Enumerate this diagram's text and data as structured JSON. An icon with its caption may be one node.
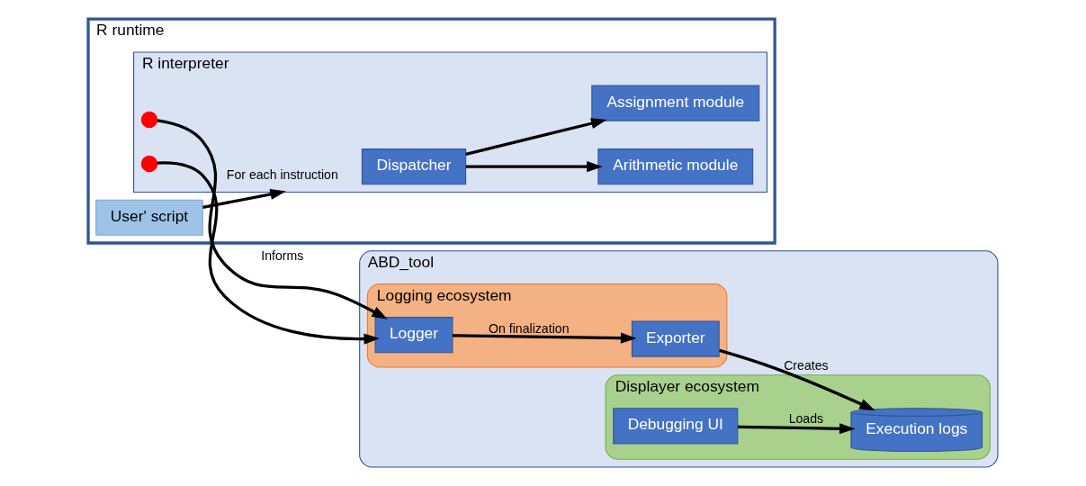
{
  "diagram": {
    "nodes": [
      {
        "text": [
          "R runtime"
        ]
      },
      {
        "text": [
          "R interpreter"
        ],
        "in": 0
      },
      {
        "text": [
          "ABD_tool"
        ]
      },
      {
        "text": [
          "User' script"
        ],
        "in": 0
      },
      {
        "text": [
          "Dispatcher"
        ],
        "in": 1
      },
      {
        "text": [
          "Arithmetic module"
        ],
        "in": 1
      },
      {
        "text": [],
        "shape": "circle",
        "in": 1
      },
      {
        "text": [
          "Assignment module"
        ],
        "in": 1
      },
      {
        "text": [],
        "shape": "circle",
        "in": 1
      },
      {
        "text": [
          "Logging ecosystem"
        ],
        "in": 2
      },
      {
        "text": [
          "Logger"
        ],
        "in": 9
      },
      {
        "text": [
          "Exporter"
        ],
        "in": 9
      },
      {
        "text": [
          "Displayer ecosystem"
        ],
        "in": 2
      },
      {
        "text": [
          "Debugging UI"
        ],
        "in": 12
      },
      {
        "text": [
          "Execution logs"
        ],
        "in": 12
      }
    ],
    "edges": [
      {
        "from": 3,
        "to": 1,
        "arrow": "to",
        "label": "For each instruction"
      },
      {
        "from": 4,
        "to": 5,
        "arrow": "to"
      },
      {
        "from": 4,
        "to": 7,
        "arrow": "to"
      },
      {
        "from": 6,
        "to": 10,
        "arrow": "to",
        "label": "Informs"
      },
      {
        "from": 8,
        "to": 10,
        "arrow": "to"
      },
      {
        "from": 10,
        "to": 11,
        "arrow": "to",
        "label": "On finalization"
      },
      {
        "from": 11,
        "to": 14,
        "arrow": "to",
        "label": "Creates"
      },
      {
        "from": 13,
        "to": 14,
        "arrow": "to",
        "label": "Loads"
      }
    ]
  }
}
